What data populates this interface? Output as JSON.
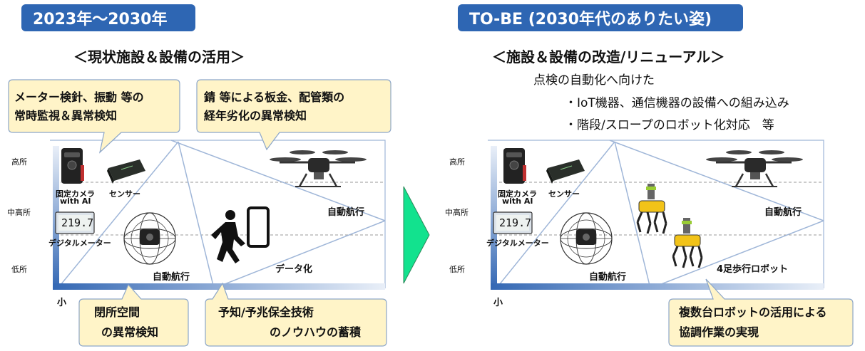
{
  "left": {
    "period": "2023年～2030年",
    "heading": "＜現状施設＆設備の活用＞",
    "callouts": {
      "meter": [
        "メーター検針、振動 等の",
        "常時監視＆異常検知"
      ],
      "rust": [
        "錆 等による板金、配管類の",
        "経年劣化の異常検知"
      ],
      "closed": [
        "閉所空間",
        "の異常検知"
      ],
      "predict": [
        "予知/予兆保全技術",
        "のノウハウの蓄積"
      ]
    },
    "axis": {
      "high": "高所",
      "mid": "中高所",
      "low": "低所",
      "small": "小"
    },
    "labels": {
      "camera": [
        "固定カメラ",
        "with AI"
      ],
      "sensor": "センサー",
      "meter": "デジタルメーター",
      "meter_value": "219.7",
      "auto_fly_top": "自動航行",
      "auto_fly_bottom": "自動航行",
      "data": "データ化"
    }
  },
  "right": {
    "period": "TO-BE (2030年代のありたい姿)",
    "heading": "＜施設＆設備の改造/リニューアル＞",
    "intro": "点検の自動化へ向けた",
    "bullets": [
      "・IoT機器、通信機器の設備への組み込み",
      "・階段/スロープのロボット化対応　等"
    ],
    "callout": [
      "複数台ロボットの活用による",
      "協調作業の実現"
    ],
    "axis": {
      "high": "高所",
      "mid": "中高所",
      "low": "低所",
      "small": "小"
    },
    "labels": {
      "camera": [
        "固定カメラ",
        "with AI"
      ],
      "sensor": "センサー",
      "meter": "デジタルメーター",
      "meter_value": "219.7",
      "auto_fly_top": "自動航行",
      "auto_fly_bottom": "自動航行",
      "robot": "4足歩行ロボット"
    }
  },
  "colors": {
    "pill": "#2E66B3",
    "callout_fill": "#FFF4C8",
    "callout_stroke": "#8CA6C9",
    "arrow": "#12E28E",
    "axis_gradient_dark": "#3468B4",
    "robot_yellow": "#F2C318"
  }
}
